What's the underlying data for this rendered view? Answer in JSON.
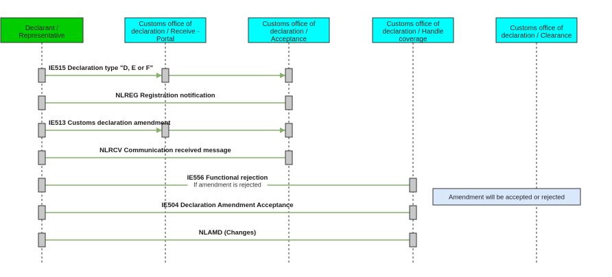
{
  "colors": {
    "declarant_box": "#00cc00",
    "customs_box": "#00ffff",
    "message_line": "#82b366",
    "activation_fill": "#c8c8c8",
    "note_fill": "#dae8fc"
  },
  "lanes": [
    {
      "id": "declarant",
      "lines": [
        "Declarant /",
        "Representative"
      ],
      "color": "#00cc00"
    },
    {
      "id": "receive-portal",
      "lines": [
        "Customs office of",
        "declaration / Receive -",
        "Portal"
      ],
      "color": "#00ffff"
    },
    {
      "id": "acceptance",
      "lines": [
        "Customs office of",
        "declaration /",
        "Acceptance"
      ],
      "color": "#00ffff"
    },
    {
      "id": "handle-coverage",
      "lines": [
        "Customs office of",
        "declaration / Handle",
        "coverage"
      ],
      "color": "#00ffff"
    },
    {
      "id": "clearance",
      "lines": [
        "Customs office of",
        "declaration / Clearance"
      ],
      "color": "#00ffff"
    }
  ],
  "messages": [
    {
      "label": "IE515 Declaration type \"D, E or F\"",
      "from": 0,
      "to": 2,
      "via": 1,
      "sub": ""
    },
    {
      "label": "NLREG Registration notification",
      "from": 2,
      "to": 0,
      "sub": ""
    },
    {
      "label": "IE513 Customs declaration amendment",
      "from": 0,
      "to": 2,
      "via": 1,
      "sub": ""
    },
    {
      "label": "NLRCV Communication received message",
      "from": 2,
      "to": 0,
      "sub": ""
    },
    {
      "label": "IE556 Functional rejection",
      "from": 3,
      "to": 0,
      "sub": "If amendment is rejected"
    },
    {
      "label": "IE504 Declaration Amendment Acceptance",
      "from": 3,
      "to": 0,
      "sub": ""
    },
    {
      "label": "NLAMD (Changes)",
      "from": 3,
      "to": 0,
      "sub": ""
    }
  ],
  "note": {
    "text": "Amendment will be accepted or rejected",
    "color": "#dae8fc"
  }
}
